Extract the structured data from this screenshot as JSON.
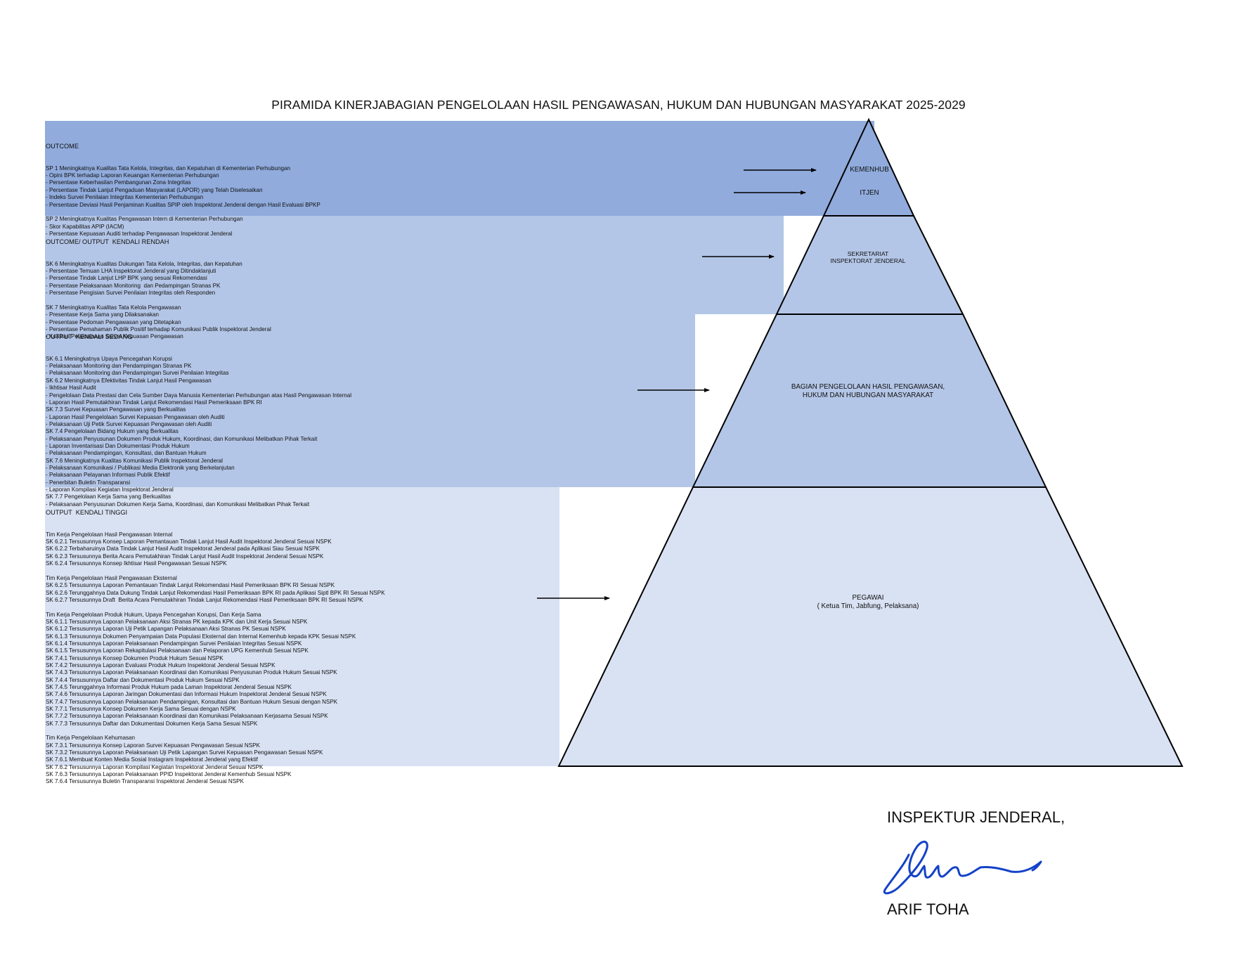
{
  "title": "PIRAMIDA KINERJABAGIAN PENGELOLAAN HASIL PENGAWASAN, HUKUM DAN HUBUNGAN MASYARAKAT 2025-2029",
  "sections": {
    "outcome": {
      "heading": "OUTCOME",
      "lines": [
        "SP 1 Meningkatnya Kualitas Tata Kelola, Integritas, dan Kepatuhan di Kementerian Perhubungan",
        "- Opini BPK terhadap Laporan Keuangan Kementerian Perhubungan",
        "- Persentase Keberhasilan Pembangunan Zona Integritas",
        "- Persentase Tindak Lanjut Pengaduan Masyarakat (LAPOR) yang Telah Diselesaikan",
        "- Indeks Survei Penilaian Integritas Kementerian Perhubungan",
        "- Persentase Deviasi Hasil Penjaminan Kualitas SPIP oleh Inspektorat Jenderal dengan Hasil Evaluasi BPKP",
        "",
        "SP 2 Meningkatnya Kualitas Pengawasan Intern di Kementerian Perhubungan",
        "- Skor Kapabilitas APIP (IACM)",
        "- Persentase Kepuasan Auditi terhadap Pengawasan Inspektorat Jenderal"
      ]
    },
    "rendah": {
      "heading": "OUTCOME/ OUTPUT  KENDALI RENDAH",
      "lines": [
        "SK 6 Meningkatnya Kualitas Dukungan Tata Kelola, Integritas, dan Kepatuhan",
        "- Persentase Temuan LHA Inspektorat Jenderal yang Ditindaklanjuti",
        "- Persentase Tindak Lanjut LHP BPK yang sesuai Rekomendasi",
        "- Persentase Pelaksanaan Monitoring  dan Pedampingan Stranas PK",
        "- Persentase Pengisian Survei Penilaian Integritas oleh Responden",
        "",
        "SK 7 Meningkatnya Kualitas Tata Kelola Pengawasan",
        "- Presentase Kerja Sama yang Dilaksanakan",
        "- Presentase Pedoman Pengawasan yang Ditetapkan",
        "- Persentase Pemahaman Publik Positif terhadap Komunikasi Publik Inspektorat Jenderal",
        "- Kualitas Pelaksanaan Survei Kepuasan Pengawasan"
      ]
    },
    "sedang": {
      "heading": "OUTPUT  KENDALI SEDANG",
      "lines": [
        "SK 6.1 Meningkatnya Upaya Pencegahan Korupsi",
        "- Pelaksanaan Monitoring dan Pendampingan Stranas PK",
        "- Pelaksanaan Monitoring dan Pendampingan Survei Penilaian Integritas",
        "SK 6.2 Meningkatnya Efektivitas Tindak Lanjut Hasil Pengawasan",
        "- Ikhtisar Hasil Audit",
        "- Pengelolaan Data Prestasi dan Cela Sumber Daya Manusia Kementerian Perhubungan atas Hasil Pengawasan Internal",
        "- Laporan Hasil Pemutakhiran Tindak Lanjut Rekomendasi Hasil Pemeriksaan BPK RI",
        "SK 7.3 Survei Kepuasan Pengawasan yang Berkualitas",
        "- Laporan Hasil Pengelolaan Survei Kepuasan Pengawasan oleh Auditi",
        "- Pelaksanaan Uji Petik Survei Kepuasan Pengawasan oleh Auditi",
        "SK 7.4 Pengelolaan Bidang Hukum yang Berkualitas",
        "- Pelaksanaan Penyusunan Dokumen Produk Hukum, Koordinasi, dan Komunikasi Melibatkan Pihak Terkait",
        "- Laporan Inventarisasi Dan Dokumentasi Produk Hukum",
        "- Pelaksanaan Pendampingan, Konsultasi, dan Bantuan Hukum",
        "SK 7.6 Meningkatnya Kualitas Komunikasi Publik Inspektorat Jenderal",
        "- Pelaksanaan Komunikasi / Publikasi Media Elektronik yang Berkelanjutan",
        "- Pelaksanaan Pelayanan Informasi Publik Efektif",
        "- Penerbitan Buletin Transparansi",
        "- Laporan Kompilasi Kegiatan Inspektorat Jenderal",
        "SK 7.7 Pengelolaan Kerja Sama yang Berkualitas",
        "- Pelaksanaan Penyusunan Dokumen Kerja Sama, Koordinasi, dan Komunikasi Melibatkan Pihak Terkait"
      ]
    },
    "tinggi": {
      "heading": "OUTPUT  KENDALI TINGGI",
      "lines": [
        "Tim Kerja Pengelolaan Hasil Pengawasan Internal",
        "SK 6.2.1 Tersusunnya Konsep Laporan Pemantauan Tindak Lanjut Hasil Audit Inspektorat Jenderal Sesuai NSPK",
        "SK 6.2.2 Terbaharuinya Data Tindak Lanjut Hasil Audit Inspektorat Jenderal pada Aplikasi Siau Sesuai NSPK",
        "SK 6.2.3 Tersusunnya Berita Acara Pemutakhiran Tindak Lanjut Hasil Audit Inspektorat Jenderal Sesuai NSPK",
        "SK 6.2.4 Tersusunnya Konsep Ikhtisar Hasil Pengawasan Sesuai NSPK",
        "",
        "Tim Kerja Pengelolaan Hasil Pengawasan Eksternal",
        "SK 6.2.5 Tersusunnya Laporan Pemantauan Tindak Lanjut Rekomendasi Hasil Pemeriksaan BPK RI Sesuai NSPK",
        "SK 6.2.6 Terunggahnya Data Dukung Tindak Lanjut Rekomendasi Hasil Pemeriksaan BPK RI pada Aplikasi Siptl BPK RI Sesuai NSPK",
        "SK 6.2.7 Tersusunnya Draft  Berita Acara Pemutakhiran Tindak Lanjut Rekomendasi Hasil Pemeriksaan BPK RI Sesuai NSPK",
        "",
        "Tim Kerja Pengelolaan Produk Hukum, Upaya Pencegahan Korupsi, Dan Kerja Sama",
        "SK 6.1.1 Tersusunnya Laporan Pelaksanaan Aksi Stranas PK kepada KPK dan Unit Kerja Sesuai NSPK",
        "SK 6.1.2 Tersusunnya Laporan Uji Petik Lapangan Pelaksanaan Aksi Stranas PK Sesuai NSPK",
        "SK 6.1.3 Tersusunnya Dokumen Penyampaian Data Populasi Eksternal dan Internal Kemenhub kepada KPK Sesuai NSPK",
        "SK 6.1.4 Tersusunnya Laporan Pelaksanaan Pendampingan Survei Penilaian Integritas Sesuai NSPK",
        "SK 6.1.5 Tersusunnya Laporan Rekapitulasi Pelaksanaan dan Pelaporan UPG Kemenhub Sesuai NSPK",
        "SK 7.4.1 Tersusunnya Konsep Dokumen Produk Hukum Sesuai NSPK",
        "SK 7.4.2 Tersusunnya Laporan Evaluasi Produk Hukum Inspektorat Jenderal Sesuai NSPK",
        "SK 7.4.3 Tersusunnya Laporan Pelaksanaan Koordinasi dan Komunikasi Penyusunan Produk Hukum Sesuai NSPK",
        "SK 7.4.4 Tersusunnya Daftar dan Dokumentasi Produk Hukum Sesuai NSPK",
        "SK 7.4.5 Terunggahnya Informasi Produk Hukum pada Laman Inspektorat Jenderal Sesuai NSPK",
        "SK 7.4.6 Tersusunnya Laporan Jaringan Dokumentasi dan Informasi Hukum Inspektorat Jenderal Sesuai NSPK",
        "SK 7.4.7 Tersusunnya Laporan Pelaksanaan Pendampingan, Konsultasi dan Bantuan Hukum Sesuai dengan NSPK",
        "SK 7.7.1 Tersusunnya Konsep Dokumen Kerja Sama Sesuai dengan NSPK",
        "SK 7.7.2 Tersusunnya Laporan Pelaksanaan Koordinasi dan Komunikasi Pelaksanaan Kerjasama Sesuai NSPK",
        "SK 7.7.3 Tersusunnya Daftar dan Dokumentasi Dokumen Kerja Sama Sesuai NSPK",
        "",
        "Tim Kerja Pengelolaan Kehumasan",
        "SK 7.3.1 Tersusunnya Konsep Laporan Survei Kepuasan Pengawasan Sesuai NSPK",
        "SK 7.3.2 Tersusunnya Laporan Pelaksanaan Uji Petik Lapangan Survei Kepuasan Pengawasan Sesuai NSPK",
        "SK 7.6.1 Membuat Konten Media Sosial Instagram Inspektorat Jenderal yang Efektif",
        "SK 7.6.2 Tersusunnya Laporan Kompilasi Kegiatan Inspektorat Jenderal Sesuai NSPK",
        "SK 7.6.3 Tersusunnya Laporan Pelaksanaan PPID Inspektorat Jenderal Kemenhub Sesuai NSPK",
        "SK 7.6.4 Tersusunnya Buletin Transparansi Inspektorat Jenderal Sesuai NSPK"
      ]
    }
  },
  "pyramid": {
    "kemenhub": "KEMENHUB",
    "itjen": "ITJEN",
    "sekretariat": "SEKRETARIAT\nINSPEKTORAT JENDERAL",
    "bagian": "BAGIAN PENGELOLAAN HASIL PENGAWASAN,\nHUKUM DAN HUBUNGAN MASYARAKAT",
    "pegawai": "PEGAWAI\n( Ketua Tim, Jabfung, Pelaksana)"
  },
  "signature": {
    "title": "INSPEKTUR JENDERAL,",
    "name": "ARIF TOHA"
  },
  "colors": {
    "outcome_band": "#90abdc",
    "middle_bands": "#b4c6e7",
    "bottom_band": "#d9e2f3",
    "signature_ink": "#1442c8"
  }
}
